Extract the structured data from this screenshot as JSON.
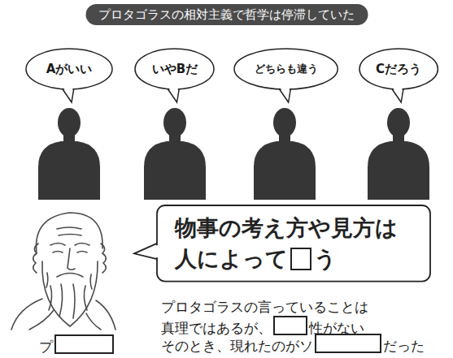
{
  "diagram": {
    "title": "プロタゴラスの相対主義で哲学は停滞していた",
    "nodes": [
      {
        "text": [
          "Aがいい"
        ]
      },
      {
        "text": [
          "いやBだ"
        ]
      },
      {
        "text": [
          "どちらも違う"
        ]
      },
      {
        "text": [
          "Cだろう"
        ]
      },
      {
        "text": [
          "物事の考え方や見方は 人によって",
          "う"
        ]
      }
    ],
    "labels": [
      "プロタゴラスの言っていることは",
      "真理ではあるが、",
      "性がない",
      "そのとき、現れたのがソ",
      "だった",
      "プ"
    ]
  }
}
